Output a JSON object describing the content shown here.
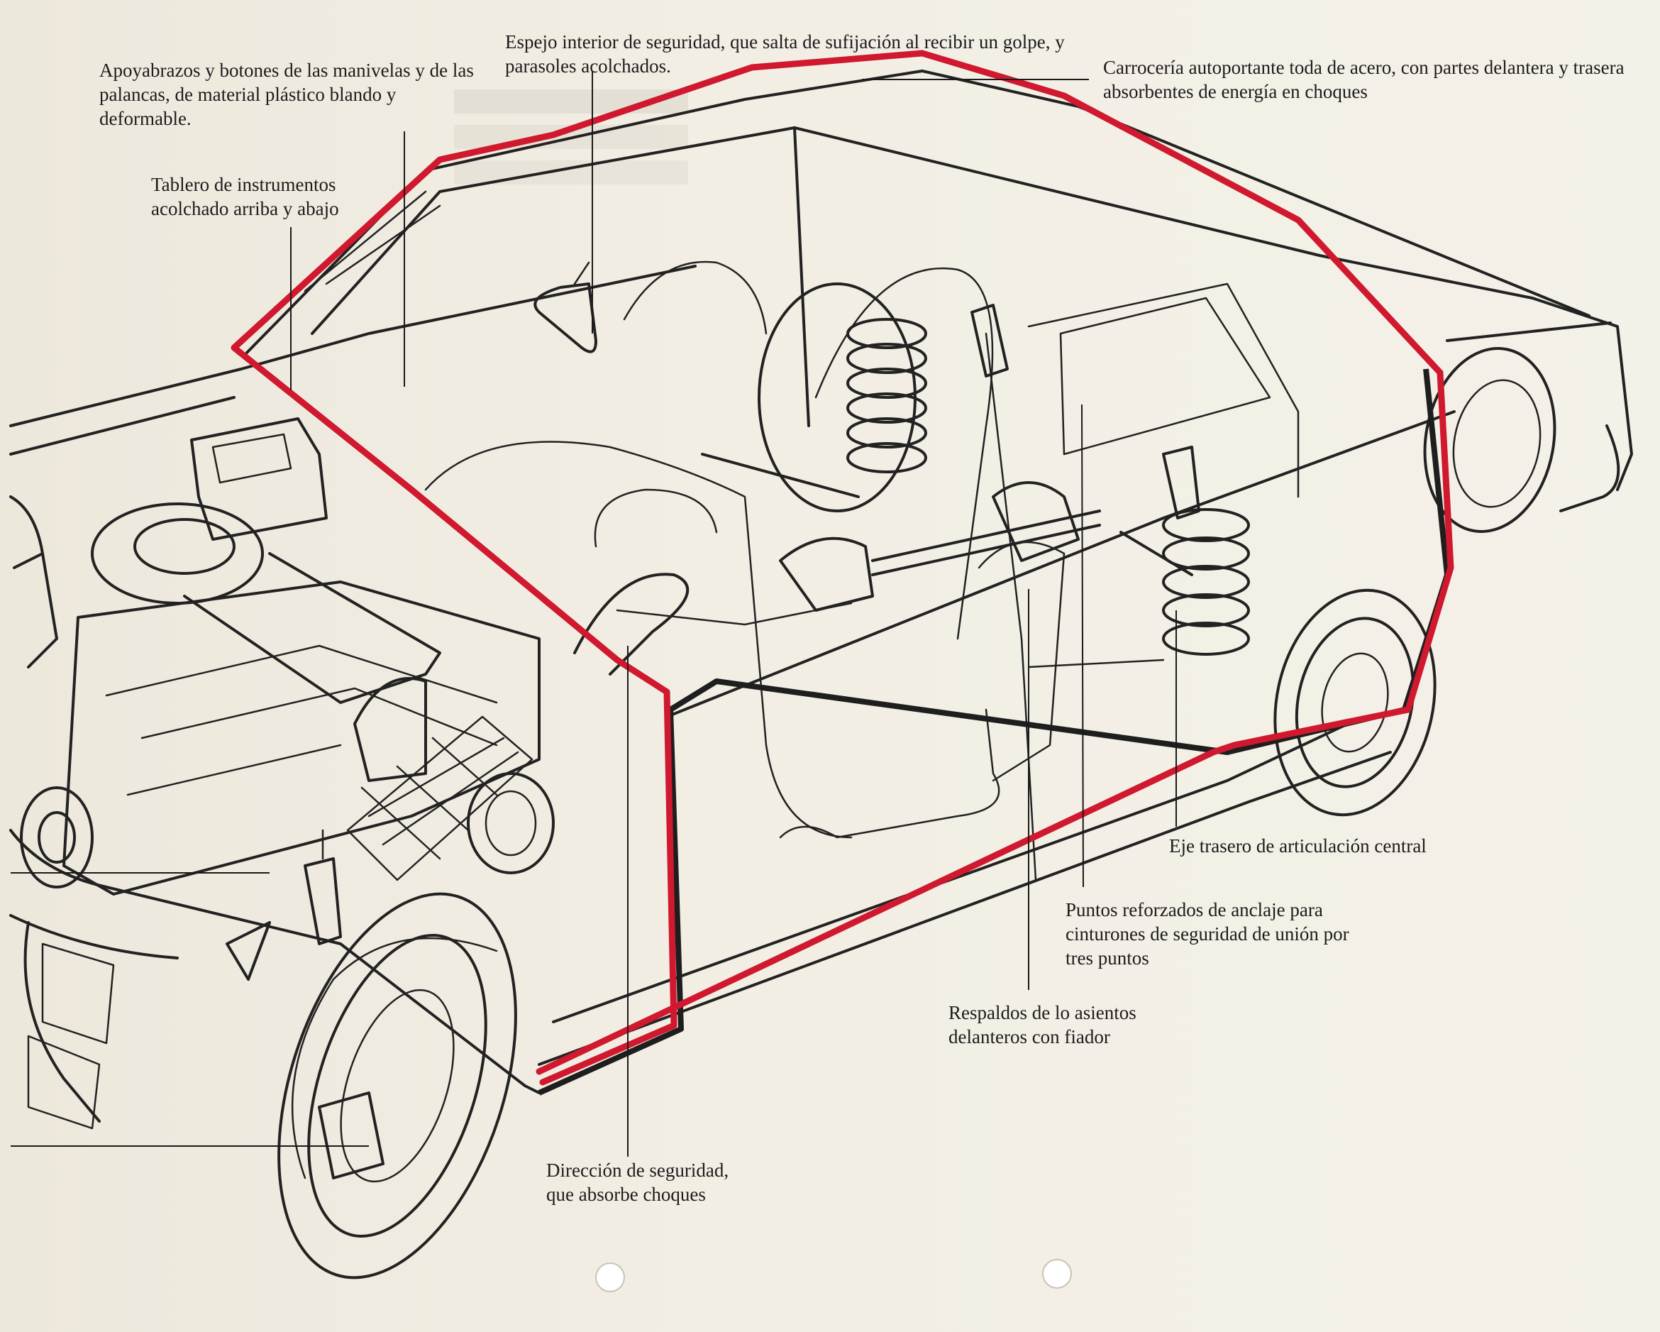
{
  "captions": {
    "armrests": "Apoyabrazos y botones de las manivelas y de las palancas, de material plástico blando y deformable.",
    "dashboard": "Tablero de instrumentos acolchado arriba y abajo",
    "mirror": "Espejo interior de seguridad, que salta de sufijación al recibir un golpe, y parasoles acolchados.",
    "body": "Carrocería autoportante toda de acero, con partes delantera y trasera absorbentes de energía en choques",
    "rear_axle": "Eje trasero de articulación central",
    "belt_anchors": "Puntos reforzados de anclaje para cinturones de seguridad de unión por tres puntos",
    "seatbacks": "Respaldos de lo asientos delanteros con fiador",
    "steering": "Dirección de seguridad, que absorbe choques"
  },
  "colors": {
    "paper": "#efebe0",
    "ink": "#222222",
    "safety_cage": "#d0182e"
  }
}
